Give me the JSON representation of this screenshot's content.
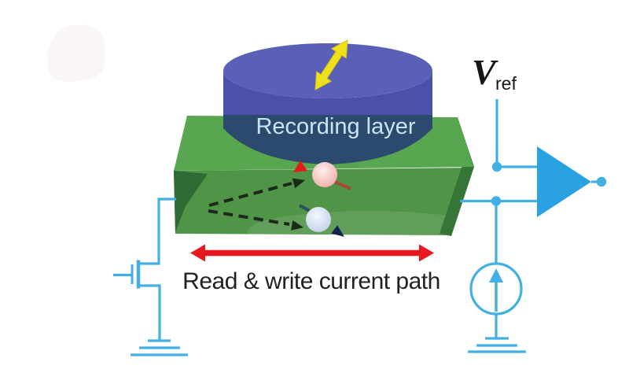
{
  "figure": {
    "labels": {
      "recording_layer": "Recording layer",
      "current_path": "Read & write current path",
      "vref_main": "V",
      "vref_sub": "ref"
    },
    "colors": {
      "wire": "#42b0e4",
      "comparator": "#2aa2e2",
      "slab_top": "#58a750",
      "slab_front": "#4f9447",
      "slab_shadow": "#357636",
      "cylinder_side": "#4b50a9",
      "cylinder_top": "#5a5fb8",
      "recording_band": "#2c4a6e",
      "magnetization_arrow": "#efe01c",
      "current_arrow": "#e7191f",
      "spin_up_sphere": "#efa9a5",
      "spin_down_sphere": "#bfcde6",
      "spin_up_arrow": "#e51a1a",
      "spin_up_tail": "#a84a36",
      "spin_down_arrow": "#16224e",
      "spin_down_tail": "#2c4f5e",
      "path_arrow": "#1b2a18",
      "label_on_band": "#cde3f3",
      "label_dark": "#212121",
      "vref_text": "#161616"
    },
    "icons": {
      "magnetization": "double-headed-diagonal-arrow",
      "current_path": "double-headed-horizontal-arrow",
      "transistor": "nmos-transistor-symbol",
      "ground": "ground-symbol",
      "current_source": "current-source-circle-up-arrow",
      "comparator": "buffer-triangle"
    }
  }
}
